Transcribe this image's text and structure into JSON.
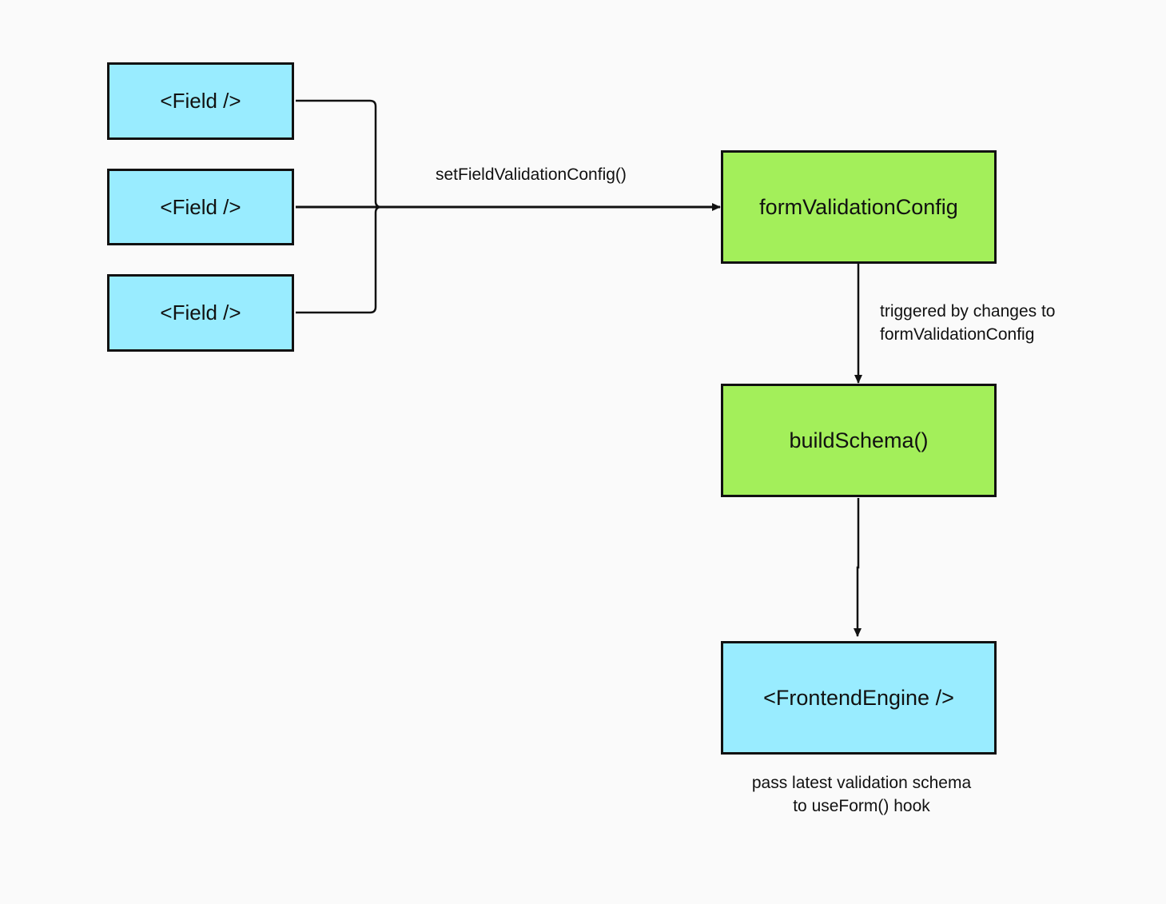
{
  "nodes": {
    "field_1": {
      "label": "<Field />",
      "color": "#99ecff"
    },
    "field_2": {
      "label": "<Field />",
      "color": "#99ecff"
    },
    "field_3": {
      "label": "<Field />",
      "color": "#99ecff"
    },
    "form_validation_config": {
      "label": "formValidationConfig",
      "color": "#a3ef5a"
    },
    "build_schema": {
      "label": "buildSchema()",
      "color": "#a3ef5a"
    },
    "frontend_engine": {
      "label": "<FrontendEngine />",
      "color": "#99ecff"
    }
  },
  "edges": {
    "set_field_validation_config": {
      "label": "setFieldValidationConfig()"
    },
    "triggered_by_changes": {
      "line1": "triggered by changes to",
      "line2": "formValidationConfig"
    },
    "pass_latest_schema": {
      "line1": "pass latest validation schema",
      "line2": "to useForm() hook"
    }
  }
}
